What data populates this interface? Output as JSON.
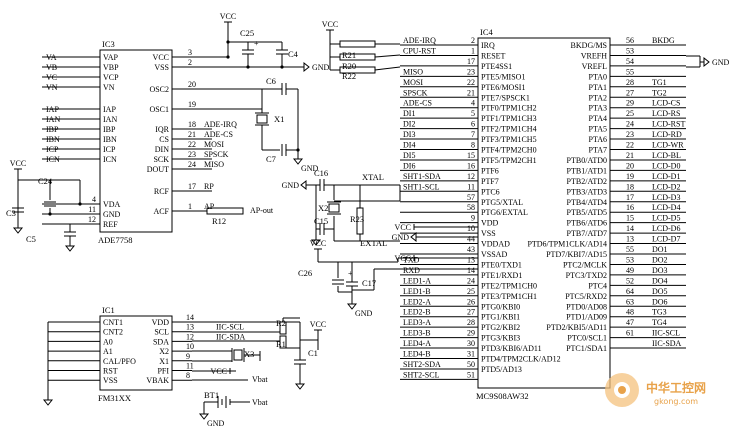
{
  "ic3": {
    "ref": "IC3",
    "part": "ADE7758",
    "left_pins": [
      {
        "num": "",
        "name": "VAP",
        "net": "VA"
      },
      {
        "num": "",
        "name": "VBP",
        "net": "VB"
      },
      {
        "num": "",
        "name": "VCP",
        "net": "VC"
      },
      {
        "num": "",
        "name": "VN",
        "net": "VN"
      },
      {
        "num": "",
        "name": "IAP",
        "net": "IAP"
      },
      {
        "num": "",
        "name": "IAN",
        "net": "IAN"
      },
      {
        "num": "",
        "name": "IBP",
        "net": "IBP"
      },
      {
        "num": "",
        "name": "IBN",
        "net": "IBN"
      },
      {
        "num": "",
        "name": "ICP",
        "net": "ICP"
      },
      {
        "num": "",
        "name": "ICN",
        "net": "ICN"
      },
      {
        "num": "4",
        "name": "VDA",
        "net": ""
      },
      {
        "num": "11",
        "name": "GND",
        "net": ""
      },
      {
        "num": "12",
        "name": "REF",
        "net": ""
      }
    ],
    "right_pins": [
      {
        "num": "3",
        "name": "VCC",
        "net": ""
      },
      {
        "num": "2",
        "name": "VSS",
        "net": ""
      },
      {
        "num": "20",
        "name": "OSC2",
        "net": ""
      },
      {
        "num": "19",
        "name": "OSC1",
        "net": ""
      },
      {
        "num": "18",
        "name": "IQR",
        "net": "ADE-IRQ"
      },
      {
        "num": "21",
        "name": "CS",
        "net": "ADE-CS"
      },
      {
        "num": "22",
        "name": "DIN",
        "net": "MOSI"
      },
      {
        "num": "23",
        "name": "SCK",
        "net": "SPSCK"
      },
      {
        "num": "24",
        "name": "DOUT",
        "net": "MISO"
      },
      {
        "num": "17",
        "name": "RCF",
        "net": "RP"
      },
      {
        "num": "1",
        "name": "ACF",
        "net": "AP"
      }
    ]
  },
  "ic1": {
    "ref": "IC1",
    "part": "FM31XX",
    "left_pins": [
      {
        "num": "",
        "name": "CNT1"
      },
      {
        "num": "",
        "name": "CNT2"
      },
      {
        "num": "",
        "name": "A0"
      },
      {
        "num": "",
        "name": "A1"
      },
      {
        "num": "",
        "name": "CAL/PFO"
      },
      {
        "num": "",
        "name": "RST"
      },
      {
        "num": "",
        "name": "VSS"
      }
    ],
    "right_pins": [
      {
        "num": "14",
        "name": "VDD",
        "net": ""
      },
      {
        "num": "13",
        "name": "SCL",
        "net": "IIC-SCL"
      },
      {
        "num": "12",
        "name": "SDA",
        "net": "IIC-SDA"
      },
      {
        "num": "10",
        "name": "X2",
        "net": ""
      },
      {
        "num": "9",
        "name": "X1",
        "net": ""
      },
      {
        "num": "11",
        "name": "PFI",
        "net": ""
      },
      {
        "num": "8",
        "name": "VBAK",
        "net": ""
      }
    ]
  },
  "ic4": {
    "ref": "IC4",
    "part": "MC9S08AW32",
    "left_pins": [
      {
        "num": "2",
        "name": "IRQ",
        "net": "ADE-IRQ"
      },
      {
        "num": "1",
        "name": "RESET",
        "net": "CPU-RST"
      },
      {
        "num": "17",
        "name": "PTE4SS1",
        "net": ""
      },
      {
        "num": "23",
        "name": "PTE5/MISO1",
        "net": "MISO"
      },
      {
        "num": "22",
        "name": "PTE6/MOSI1",
        "net": "MOSI"
      },
      {
        "num": "21",
        "name": "PTE7/SPSCK1",
        "net": "SPSCK"
      },
      {
        "num": "4",
        "name": "PTF0/TPM1CH2",
        "net": "ADE-CS"
      },
      {
        "num": "5",
        "name": "PTF1/TPM1CH3",
        "net": "DI1"
      },
      {
        "num": "6",
        "name": "PTF2/TPM1CH4",
        "net": "DI2"
      },
      {
        "num": "7",
        "name": "PTF3/TPM1CH5",
        "net": "DI3"
      },
      {
        "num": "8",
        "name": "PTF4/TPM2CH0",
        "net": "DI4"
      },
      {
        "num": "15",
        "name": "PTF5/TPM2CH1",
        "net": "DI5"
      },
      {
        "num": "16",
        "name": "PTF6",
        "net": "DI6"
      },
      {
        "num": "12",
        "name": "PTF7",
        "net": "SHT1-SDA"
      },
      {
        "num": "11",
        "name": "PTC6",
        "net": "SHT1-SCL"
      },
      {
        "num": "57",
        "name": "PTG5/XTAL",
        "net": ""
      },
      {
        "num": "58",
        "name": "PTG6/EXTAL",
        "net": ""
      },
      {
        "num": "9",
        "name": "VDD",
        "net": ""
      },
      {
        "num": "10",
        "name": "VSS",
        "net": ""
      },
      {
        "num": "44",
        "name": "VDDAD",
        "net": ""
      },
      {
        "num": "43",
        "name": "VSSAD",
        "net": ""
      },
      {
        "num": "13",
        "name": "PTE0/TXD1",
        "net": "TXD"
      },
      {
        "num": "14",
        "name": "PTE1/RXD1",
        "net": "RXD"
      },
      {
        "num": "24",
        "name": "PTE2/TPM1CH0",
        "net": "LED1-A"
      },
      {
        "num": "25",
        "name": "PTE3/TPM1CH1",
        "net": "LED1-B"
      },
      {
        "num": "26",
        "name": "PTG0/KBI0",
        "net": "LED2-A"
      },
      {
        "num": "27",
        "name": "PTG1/KBI1",
        "net": "LED2-B"
      },
      {
        "num": "28",
        "name": "PTG2/KBI2",
        "net": "LED3-A"
      },
      {
        "num": "29",
        "name": "PTG3/KBI3",
        "net": "LED3-B"
      },
      {
        "num": "30",
        "name": "PTD3/KBI6/AD11",
        "net": "LED4-A"
      },
      {
        "num": "31",
        "name": "PTD4/TPM2CLK/AD12",
        "net": "LED4-B"
      },
      {
        "num": "50",
        "name": "PTD5/AD13",
        "net": "SHT2-SDA"
      },
      {
        "num": "51",
        "name": "",
        "net": "SHT2-SCL"
      }
    ],
    "right_pins": [
      {
        "num": "56",
        "name": "BKDG/MS",
        "net": "BKDG"
      },
      {
        "num": "53",
        "name": "VREFH",
        "net": ""
      },
      {
        "num": "54",
        "name": "VREFL",
        "net": ""
      },
      {
        "num": "55",
        "name": "PTA0",
        "net": ""
      },
      {
        "num": "28",
        "name": "PTA1",
        "net": "TG1"
      },
      {
        "num": "27",
        "name": "PTA2",
        "net": "TG2"
      },
      {
        "num": "29",
        "name": "PTA3",
        "net": "LCD-CS"
      },
      {
        "num": "25",
        "name": "PTA4",
        "net": "LCD-RS"
      },
      {
        "num": "24",
        "name": "PTA5",
        "net": "LCD-RST"
      },
      {
        "num": "23",
        "name": "PTA6",
        "net": "LCD-RD"
      },
      {
        "num": "22",
        "name": "PTA7",
        "net": "LCD-WR"
      },
      {
        "num": "21",
        "name": "PTB0/ATD0",
        "net": "LCD-BL"
      },
      {
        "num": "20",
        "name": "PTB1/ATD1",
        "net": "LCD-D0"
      },
      {
        "num": "19",
        "name": "PTB2/ATD2",
        "net": "LCD-D1"
      },
      {
        "num": "18",
        "name": "PTB3/ATD3",
        "net": "LCD-D2"
      },
      {
        "num": "17",
        "name": "PTB4/ATD4",
        "net": "LCD-D3"
      },
      {
        "num": "16",
        "name": "PTB5/ATD5",
        "net": "LCD-D4"
      },
      {
        "num": "15",
        "name": "PTB6/ATD6",
        "net": "LCD-D5"
      },
      {
        "num": "14",
        "name": "PTB7/ATD7",
        "net": "LCD-D6"
      },
      {
        "num": "13",
        "name": "PTD6/TPM1CLK/AD14",
        "net": "LCD-D7"
      },
      {
        "num": "55",
        "name": "PTD7/KBI7/AD15",
        "net": "DO1"
      },
      {
        "num": "53",
        "name": "PTC2/MCLK",
        "net": "DO2"
      },
      {
        "num": "49",
        "name": "PTC3/TXD2",
        "net": "DO3"
      },
      {
        "num": "52",
        "name": "PTC4",
        "net": "DO4"
      },
      {
        "num": "64",
        "name": "PTC5/RXD2",
        "net": "DO5"
      },
      {
        "num": "63",
        "name": "PTD0/AD08",
        "net": "DO6"
      },
      {
        "num": "48",
        "name": "PTD1/AD09",
        "net": "TG3"
      },
      {
        "num": "47",
        "name": "PTD2/KBI5/AD11",
        "net": "TG4"
      },
      {
        "num": "61",
        "name": "PTC0/SCL1",
        "net": "IIC-SCL"
      },
      {
        "num": "",
        "name": "PTC1/SDA1",
        "net": "IIC-SDA"
      }
    ]
  },
  "parts": {
    "c25": "C25",
    "c4": "C4",
    "c6": "C6",
    "c7": "C7",
    "x1": "X1",
    "c24": "C24",
    "c3": "C3",
    "c5": "C5",
    "r12": "R12",
    "r21": "R21",
    "r20": "R20",
    "r22": "R22",
    "c16": "C16",
    "c15": "C15",
    "x2": "X2",
    "r23": "R23",
    "xtal": "XTAL",
    "extal": "EXTAL",
    "c26": "C26",
    "c17": "C17",
    "r2": "R2",
    "r1": "R1",
    "x3": "X3",
    "c1": "C1",
    "bt1": "BT1",
    "ap_out": "AP-out"
  },
  "labels": {
    "vcc": "VCC",
    "gnd": "GND",
    "vbat": "Vbat",
    "plus": "+"
  },
  "watermark": {
    "cn": "中华工控网",
    "url": "gkong.com",
    "color": "#e8a24a"
  }
}
